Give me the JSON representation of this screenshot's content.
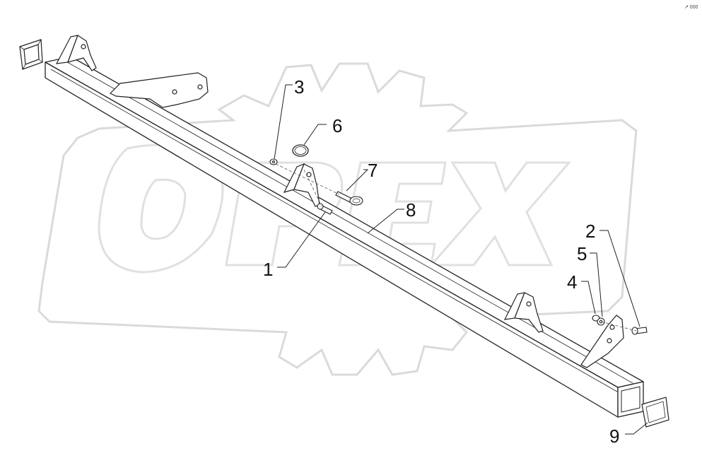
{
  "watermark": {
    "text": "OPEX",
    "gear_color": "#d9d9d9",
    "text_color": "#e2e2e2"
  },
  "corner_mark": "↗ 000",
  "callouts": [
    {
      "id": "1",
      "label": "1",
      "part": "pin"
    },
    {
      "id": "2",
      "label": "2",
      "part": "bolt"
    },
    {
      "id": "3",
      "label": "3",
      "part": "nut"
    },
    {
      "id": "4",
      "label": "4",
      "part": "nut"
    },
    {
      "id": "5",
      "label": "5",
      "part": "washer"
    },
    {
      "id": "6",
      "label": "6",
      "part": "ring"
    },
    {
      "id": "7",
      "label": "7",
      "part": "pin with ring"
    },
    {
      "id": "8",
      "label": "8",
      "part": "square tube beam"
    },
    {
      "id": "9",
      "label": "9",
      "part": "end cap"
    }
  ],
  "line_color": "#222222"
}
